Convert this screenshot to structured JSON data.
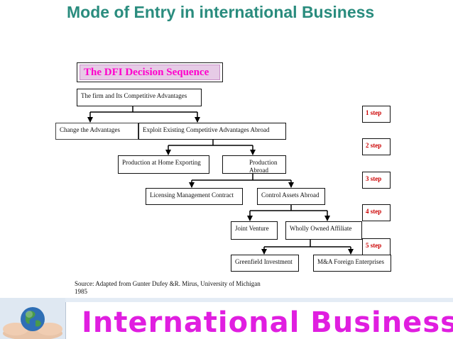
{
  "title": "Mode of Entry in international Business",
  "diagram": {
    "heading": "The DFI Decision Sequence",
    "nodes": {
      "firm": "The firm and Its Competitive Advantages",
      "change": "Change the Advantages",
      "exploit": "Exploit Existing Competitive Advantages Abroad",
      "home": "Production at Home Exporting",
      "abroad": "Production Abroad",
      "licensing": "Licensing Management Contract",
      "control": "Control Assets Abroad",
      "joint": "Joint Venture",
      "wholly": "Wholly Owned Affiliate",
      "greenfield": "Greenfield Investment",
      "ma": "M&A Foreign Enterprises"
    },
    "steps": [
      "1 step",
      "2 step",
      "3 step",
      "4 step",
      "5 step"
    ]
  },
  "source": "Source: Adapted from Gunter Dufey &R. Mirus, University of Michigan 1985",
  "footer": {
    "brand": "International Business"
  },
  "colors": {
    "title": "#2a8c7e",
    "heading": "#ff00cc",
    "step": "#cc0000",
    "brand": "#e01ee0"
  }
}
